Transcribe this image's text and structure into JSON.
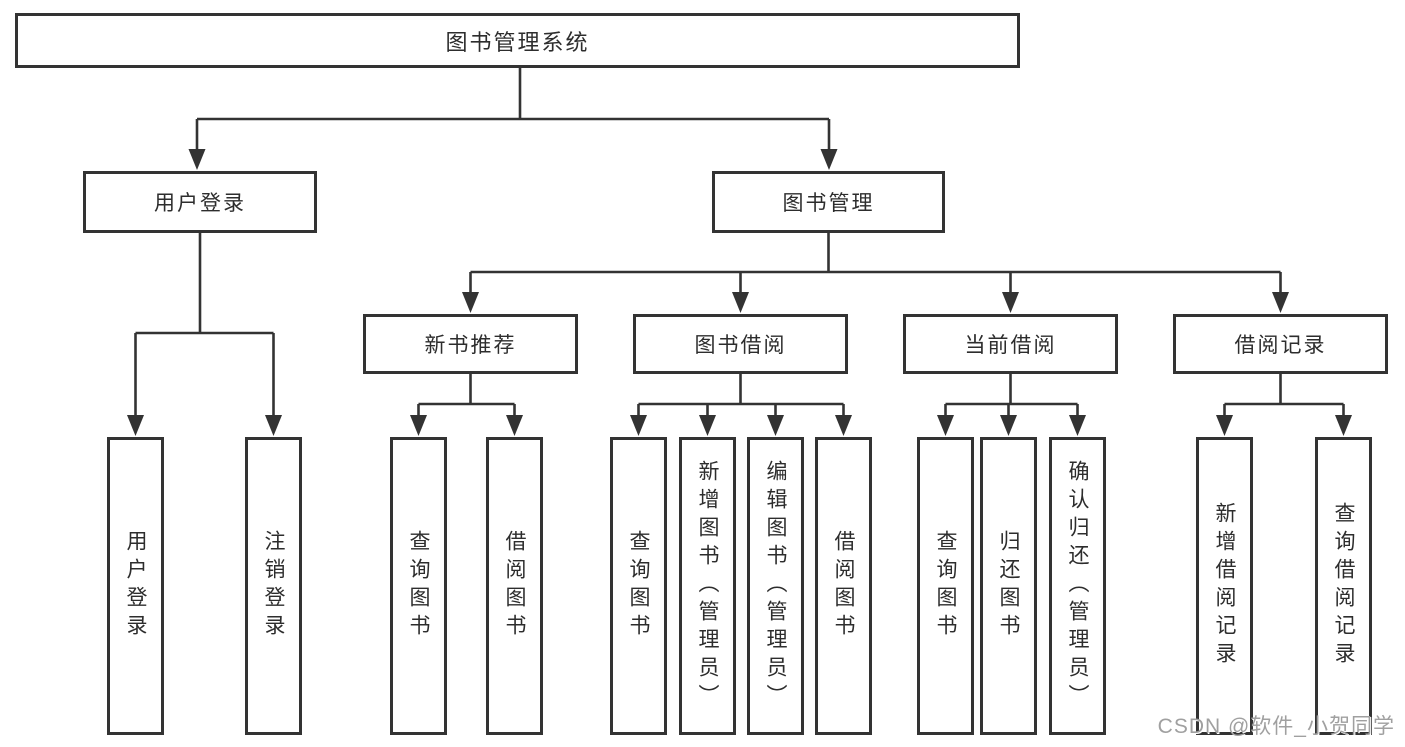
{
  "diagram": {
    "root": {
      "label": "图书管理系统"
    },
    "level2": {
      "user_login": {
        "label": "用户登录"
      },
      "book_management": {
        "label": "图书管理"
      }
    },
    "level3": {
      "new_book_recommend": {
        "label": "新书推荐"
      },
      "book_borrow": {
        "label": "图书借阅"
      },
      "current_borrow": {
        "label": "当前借阅"
      },
      "borrow_records": {
        "label": "借阅记录"
      }
    },
    "leaves": {
      "user_login_action": {
        "label": "用户登录"
      },
      "logout_action": {
        "label": "注销登录"
      },
      "nb_query_books": {
        "label": "查询图书"
      },
      "nb_borrow_books": {
        "label": "借阅图书"
      },
      "bb_query_books": {
        "label": "查询图书"
      },
      "bb_add_books_admin": {
        "label": "新增图书（管理员）"
      },
      "bb_edit_books_admin": {
        "label": "编辑图书（管理员）"
      },
      "bb_borrow_books": {
        "label": "借阅图书"
      },
      "cb_query_books": {
        "label": "查询图书"
      },
      "cb_return_books": {
        "label": "归还图书"
      },
      "cb_confirm_return_admin": {
        "label": "确认归还（管理员）"
      },
      "br_add_record": {
        "label": "新增借阅记录"
      },
      "br_query_record": {
        "label": "查询借阅记录"
      }
    }
  },
  "watermark": {
    "text": "CSDN @软件_小贺同学"
  },
  "colors": {
    "line": "#333333",
    "box_border": "#333333",
    "box_background": "#ffffff",
    "text": "#2d2d2d",
    "watermark": "#a0a0a0"
  }
}
